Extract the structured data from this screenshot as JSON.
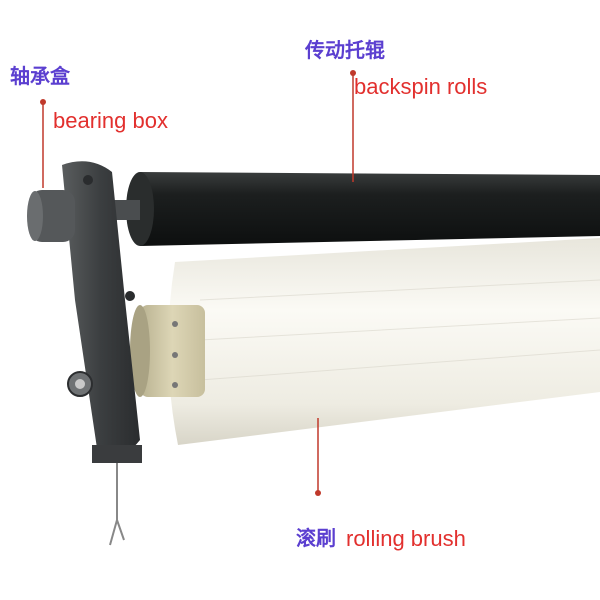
{
  "labels": {
    "bearing_box": {
      "cn": "轴承盒",
      "en": "bearing box"
    },
    "backspin_rolls": {
      "cn": "传动托辊",
      "en": "backspin rolls"
    },
    "rolling_brush": {
      "cn": "滚刷",
      "en": "rolling brush"
    }
  },
  "colors": {
    "cn_label": "#5b3fd0",
    "en_label": "#e2302e",
    "leader": "#c0392b"
  }
}
